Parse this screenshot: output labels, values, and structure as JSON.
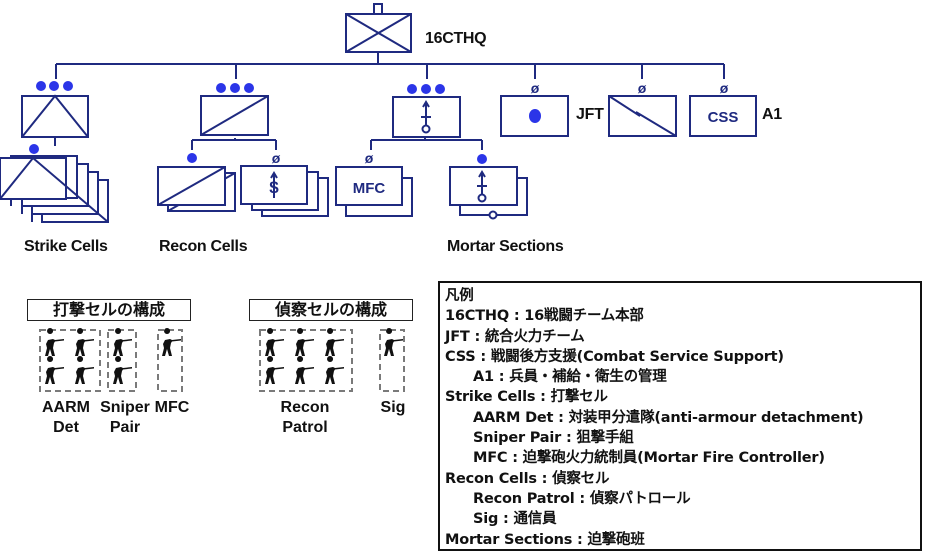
{
  "colors": {
    "unit_stroke": "#1f2a80",
    "size_dot": "#2b35e8",
    "dashed_box": "#7a7a7a",
    "text": "#111111"
  },
  "hq": {
    "label": "16CTHQ"
  },
  "units": {
    "strike": {
      "echelon": "company (●●●)",
      "symbol": "triangle",
      "caption": "Strike Cells",
      "sub_echelon": "squad (●)",
      "sub_count": 5
    },
    "recon": {
      "echelon": "company (●●●)",
      "symbol": "diagonal",
      "caption": "Recon Cells",
      "sub_a_echelon": "squad (●)",
      "sub_b_echelon": "crew (ø)",
      "sub_b_symbol": "$"
    },
    "mortar": {
      "echelon": "company (●●●)",
      "symbol": "mortar",
      "caption": "Mortar Sections",
      "sub_a_echelon": "crew (ø)",
      "sub_a_text": "MFC",
      "sub_b_echelon": "squad (●)"
    },
    "jft": {
      "echelon": "crew (ø)",
      "label": "JFT"
    },
    "signal": {
      "echelon": "crew (ø)"
    },
    "css": {
      "echelon": "crew (ø)",
      "inner_text": "CSS",
      "label": "A1"
    }
  },
  "symbols": {
    "crew": "ø"
  },
  "composition": {
    "strike": {
      "title": "打撃セルの構成",
      "groups": [
        {
          "label_line1": "AARM",
          "label_line2": "Det",
          "members": 4
        },
        {
          "label_line1": "Sniper",
          "label_line2": "Pair",
          "members": 2
        },
        {
          "label_line1": "MFC",
          "label_line2": "",
          "members": 1
        }
      ]
    },
    "recon": {
      "title": "偵察セルの構成",
      "groups": [
        {
          "label_line1": "Recon",
          "label_line2": "Patrol",
          "members": 6
        },
        {
          "label_line1": "Sig",
          "label_line2": "",
          "members": 1
        }
      ]
    }
  },
  "legend": {
    "title": "凡例",
    "rows": [
      {
        "text": "16CTHQ : 16戦闘チーム本部",
        "indent": false
      },
      {
        "text": "JFT : 統合火力チーム",
        "indent": false
      },
      {
        "text": "CSS : 戦闘後方支援(Combat Service Support)",
        "indent": false
      },
      {
        "text": "A1 : 兵員・補給・衛生の管理",
        "indent": true
      },
      {
        "text": "Strike Cells : 打撃セル",
        "indent": false
      },
      {
        "text": "AARM Det : 対装甲分遣隊(anti-armour detachment)",
        "indent": true
      },
      {
        "text": "Sniper Pair : 狙撃手組",
        "indent": true
      },
      {
        "text": "MFC : 迫撃砲火力統制員(Mortar Fire Controller)",
        "indent": true
      },
      {
        "text": "Recon Cells : 偵察セル",
        "indent": false
      },
      {
        "text": "Recon Patrol : 偵察パトロール",
        "indent": true
      },
      {
        "text": "Sig : 通信員",
        "indent": true
      },
      {
        "text": "Mortar Sections : 迫撃砲班",
        "indent": false
      }
    ]
  }
}
